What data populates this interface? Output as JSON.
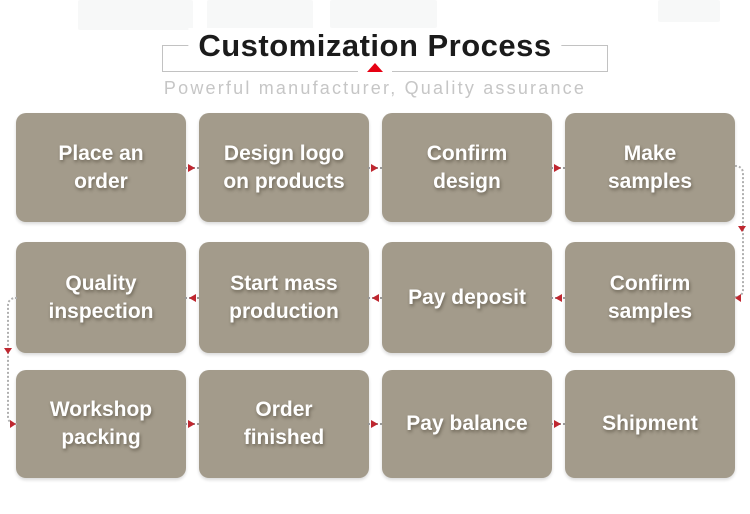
{
  "title": "Customization Process",
  "subtitle": "Powerful manufacturer, Quality assurance",
  "colors": {
    "box_fill": "#a39b8b",
    "box_text": "#ffffff",
    "title_text": "#1b1b1b",
    "subtitle_text": "#c6c6c6",
    "accent_red_triangle": "#e60012",
    "arrowhead_red": "#bf2730",
    "dotted_connector_gray": "#b0b0b0",
    "frame_line_gray": "#c2c2c2"
  },
  "flow": {
    "rows": [
      {
        "direction": "right",
        "steps": [
          {
            "label": "Place an\norder"
          },
          {
            "label": "Design logo\non products"
          },
          {
            "label": "Confirm\ndesign"
          },
          {
            "label": "Make\nsamples"
          }
        ]
      },
      {
        "direction": "left",
        "steps": [
          {
            "label": "Quality\ninspection"
          },
          {
            "label": "Start mass\nproduction"
          },
          {
            "label": "Pay deposit"
          },
          {
            "label": "Confirm\nsamples"
          }
        ]
      },
      {
        "direction": "right",
        "steps": [
          {
            "label": "Workshop\npacking"
          },
          {
            "label": "Order\nfinished"
          },
          {
            "label": "Pay balance"
          },
          {
            "label": "Shipment"
          }
        ]
      }
    ],
    "connectors": [
      {
        "side": "right",
        "from_row": 1,
        "to_row": 2,
        "direction": "down"
      },
      {
        "side": "left",
        "from_row": 2,
        "to_row": 3,
        "direction": "down"
      }
    ]
  }
}
